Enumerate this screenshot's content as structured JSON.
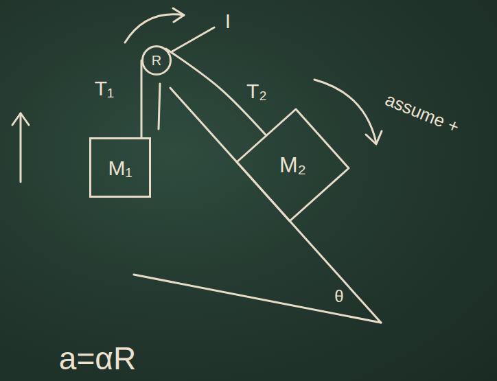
{
  "diagram": {
    "nodes": [
      {
        "text": [
          "R"
        ]
      },
      {
        "text": [
          "M₁"
        ]
      },
      {
        "text": [
          "M₂"
        ]
      }
    ],
    "edges": [
      {
        "from": 1,
        "to": 0,
        "arrow": "none",
        "label": "T₁"
      },
      {
        "from": 0,
        "to": 2,
        "arrow": "none",
        "label": "T₂"
      }
    ],
    "labels": [
      "I",
      "assume +",
      "θ",
      "a=αR"
    ]
  }
}
